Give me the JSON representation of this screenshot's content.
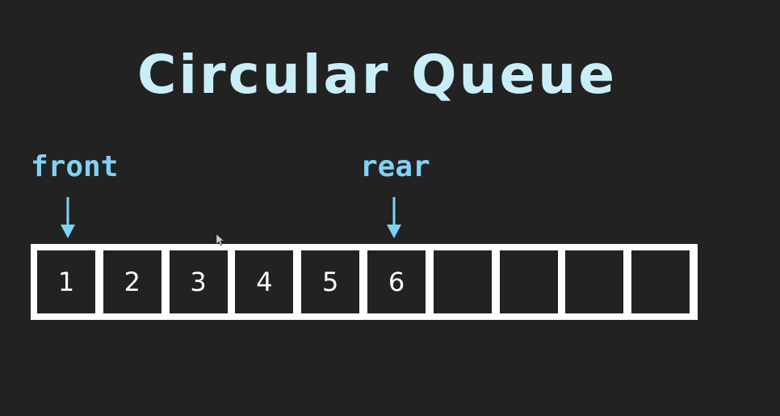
{
  "title": "Circular Queue",
  "pointers": {
    "front": {
      "label": "front",
      "index": 0
    },
    "rear": {
      "label": "rear",
      "index": 5
    }
  },
  "queue": {
    "cells": [
      "1",
      "2",
      "3",
      "4",
      "5",
      "6",
      "",
      "",
      "",
      ""
    ]
  },
  "colors": {
    "accent": "#7fd3f5",
    "title": "#c9eef8",
    "cell_border": "#ffffff",
    "background": "#222222"
  },
  "icons": {
    "cursor": "mouse-cursor-icon",
    "arrow": "arrow-down-icon"
  }
}
